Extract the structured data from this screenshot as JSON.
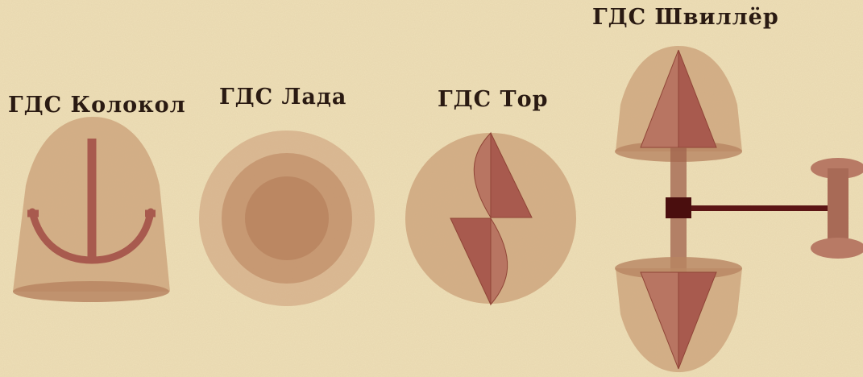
{
  "figures": [
    {
      "id": "kolokol",
      "label": "ГДС Колокол"
    },
    {
      "id": "lada",
      "label": "ГДС Лада"
    },
    {
      "id": "tor",
      "label": "ГДС Тор"
    },
    {
      "id": "shviller",
      "label": "ГДС Швиллёр"
    }
  ],
  "colors": {
    "background": "#eedfb7",
    "shape_fill": "#c79b75",
    "shape_light": "#d8b690",
    "symbol": "#a85a4e",
    "symbol_dark": "#8f4436",
    "bar_dark": "#5b1414",
    "text": "#2a1a12"
  }
}
